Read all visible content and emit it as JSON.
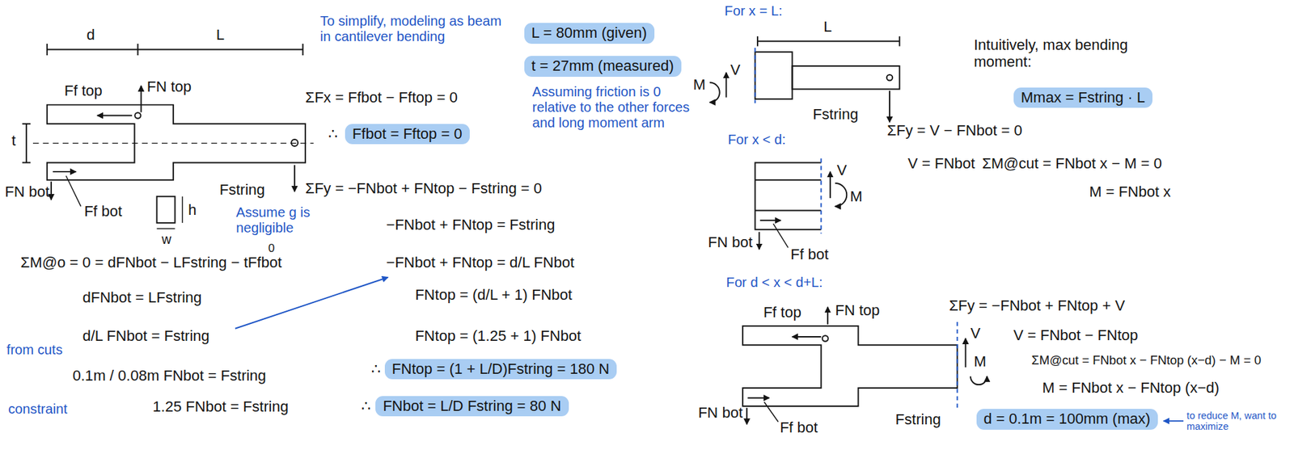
{
  "diagram": {
    "nodes": [
      {
        "text": [
          "L = 80mm (given)"
        ]
      },
      {
        "text": [
          "t = 27mm (measured)"
        ]
      },
      {
        "text": [
          "Ffbot = Fftop = 0"
        ]
      },
      {
        "text": [
          "FNtop = (1 + L/D)Fstring = 180 N"
        ]
      },
      {
        "text": [
          "FNbot = L/D Fstring = 80 N"
        ]
      },
      {
        "text": [
          "Mmax = Fstring · L"
        ]
      },
      {
        "text": [
          "d = 0.1m = 100mm (max)"
        ]
      }
    ],
    "labels": [
      "d",
      "L",
      "Ff top",
      "FN top",
      "t",
      "FN bot",
      "Ff bot",
      "Fstring",
      "h",
      "w",
      "Assume g is negligible",
      "To simplify, modeling as beam in cantilever bending",
      "ΣFx = Ffbot − Fftop = 0",
      "∴",
      "Assuming friction is 0 relative to the other forces and long moment arm",
      "ΣFy = −FNbot + FNtop − Fstring = 0",
      "−FNbot + FNtop = Fstring",
      "ΣM@o = 0 = dFNbot − LFstring − tFfbot",
      "0",
      "−FNbot + FNtop = d/L FNbot",
      "dFNbot = LFstring",
      "FNtop = (d/L + 1) FNbot",
      "d/L FNbot = Fstring",
      "FNtop = (1.25 + 1) FNbot",
      "from cuts",
      "0.1m / 0.08m FNbot = Fstring",
      "∴",
      "constraint",
      "1.25 FNbot = Fstring",
      "∴",
      "For x = L:",
      "L",
      "V",
      "M",
      "Fstring",
      "Intuitively, max bending moment:",
      "For x < d:",
      "V",
      "M",
      "FN bot",
      "Ff bot",
      "ΣFy = V − FNbot = 0",
      "V = FNbot",
      "ΣM@cut = FNbot x − M = 0",
      "M = FNbot x",
      "For d < x < d+L:",
      "Ff top",
      "FN top",
      "V",
      "M",
      "FN bot",
      "Ff bot",
      "Fstring",
      "ΣFy = −FNbot + FNtop + V",
      "V = FNbot − FNtop",
      "ΣM@cut = FNbot x − FNtop (x−d) − M = 0",
      "M = FNbot x − FNtop (x−d)",
      "to reduce M, want to maximize"
    ]
  }
}
